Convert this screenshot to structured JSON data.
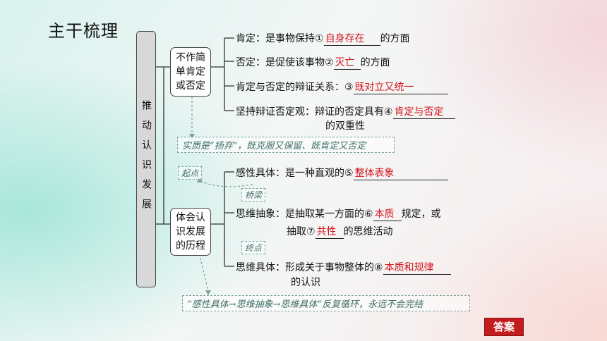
{
  "title": "主干梳理",
  "root": "推动认识发展",
  "group1": {
    "label": "不作简单肯定或否定",
    "label_lines": [
      "不作简",
      "单肯定",
      "或否定"
    ],
    "items": [
      {
        "prefix": "肯定：是事物保持①",
        "answer": "自身存在",
        "suffix": "的方面"
      },
      {
        "prefix": "否定：是促使该事物②",
        "answer": "灭亡",
        "suffix": "的方面"
      },
      {
        "prefix": "肯定与否定的辩证关系：③",
        "answer": "既对立又统一",
        "suffix": ""
      },
      {
        "prefix": "坚持辩证否定观：辩证的否定具有④",
        "answer": "肯定与否定",
        "suffix": "",
        "line2": "的双重性"
      }
    ],
    "note": "实质是“扬弃”，既克服又保留、既肯定又否定"
  },
  "group2": {
    "label": "体会认识发展的历程",
    "label_lines": [
      "体会认",
      "识发展",
      "的历程"
    ],
    "tags": {
      "start": "起点",
      "bridge": "桥梁",
      "end": "终点"
    },
    "items": [
      {
        "prefix": "感性具体：是一种直观的⑤",
        "answer": "整体表象",
        "suffix": ""
      },
      {
        "prefix": "思维抽象：是抽取某一方面的⑥",
        "answer": "本质",
        "suffix": "规定，或",
        "line2_prefix": "抽取⑦",
        "line2_answer": "共性",
        "line2_suffix": "的思维活动"
      },
      {
        "prefix": "思维具体：形成关于事物整体的⑧",
        "answer": "本质和规律",
        "suffix": "",
        "line2": "的认识"
      }
    ],
    "note": "“感性具体→思维抽象→思维具体”反复循环，永远不会完结"
  },
  "answer_button": "答案"
}
